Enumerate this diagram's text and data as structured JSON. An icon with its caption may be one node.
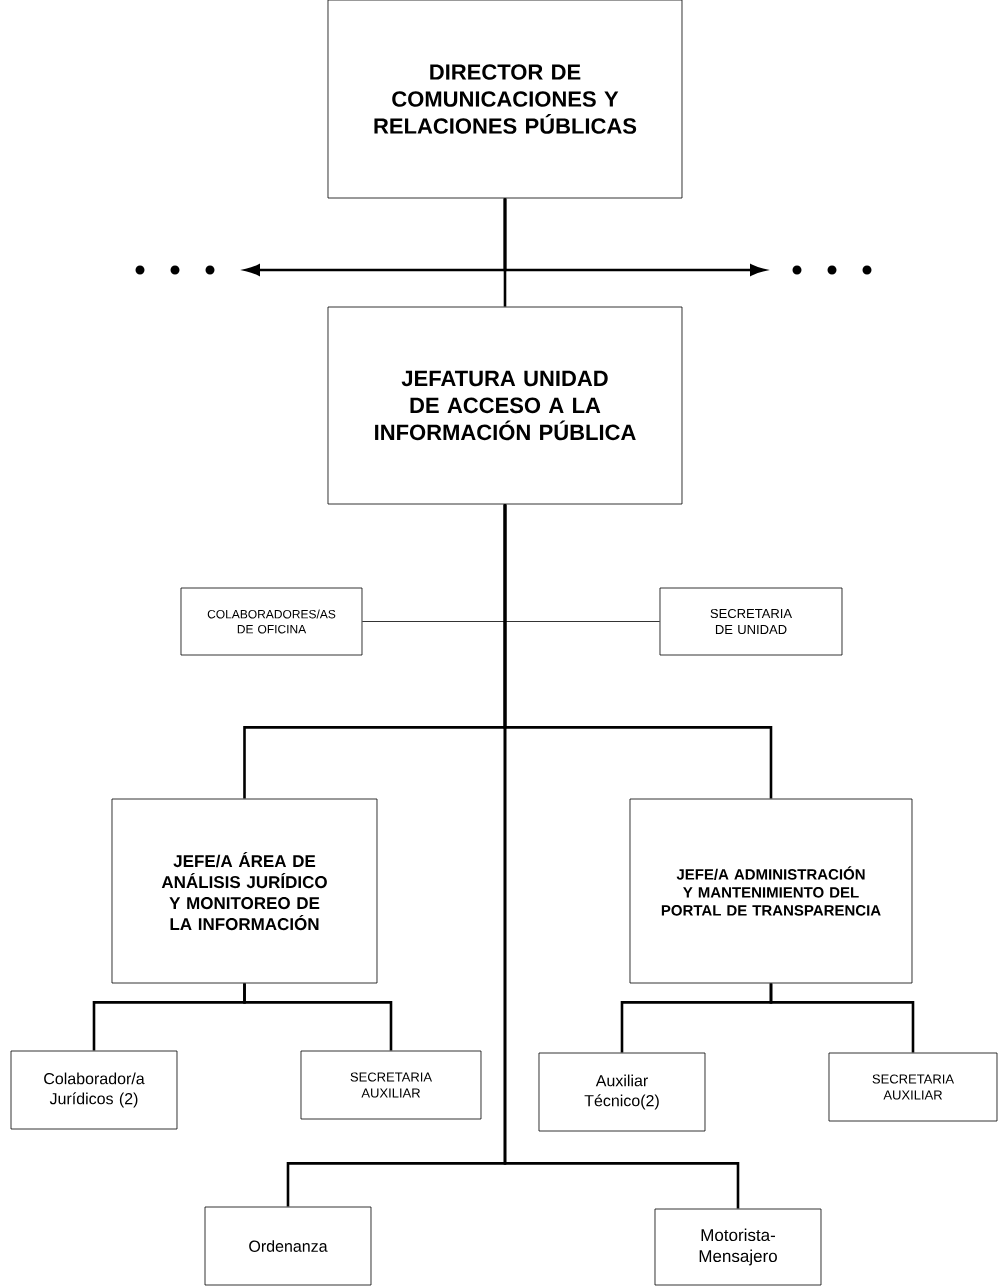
{
  "diagram": {
    "nodes": [
      {
        "text": [
          "DIRECTOR DE COMUNICACIONES Y RELACIONES PÚBLICAS"
        ]
      },
      {
        "text": [
          "JEFATURA UNIDAD DE ACCESO A LA INFORMACIÓN PÚBLICA"
        ]
      },
      {
        "text": [
          "COLABORADORES/AS DE OFICINA"
        ]
      },
      {
        "text": [
          "SECRETARIA DE UNIDAD"
        ]
      },
      {
        "text": [
          "JEFE/A ÁREA DE ANÁLISIS JURÍDICO Y MONITOREO DE LA INFORMACIÓN"
        ]
      },
      {
        "text": [
          "JEFE/A ADMINISTRACIÓN Y MANTENIMIENTO DEL PORTAL DE TRANSPARENCIA"
        ]
      },
      {
        "text": [
          "Colaborador/a Jurídicos (2)"
        ]
      },
      {
        "text": [
          "SECRETARIA AUXILIAR"
        ]
      },
      {
        "text": [
          "Auxiliar Técnico(2)"
        ]
      },
      {
        "text": [
          "SECRETARIA AUXILIAR"
        ]
      },
      {
        "text": [
          "Ordenanza"
        ]
      },
      {
        "text": [
          "Motorista- Mensajero"
        ]
      }
    ],
    "edges": [
      {
        "from": 0,
        "to": 1,
        "arrow": "none"
      },
      {
        "from": 0,
        "to": null,
        "arrow": "to"
      },
      {
        "from": 0,
        "to": null,
        "arrow": "to"
      },
      {
        "from": 1,
        "to": 2,
        "arrow": "none"
      },
      {
        "from": 1,
        "to": 3,
        "arrow": "none"
      },
      {
        "from": 1,
        "to": 4,
        "arrow": "none"
      },
      {
        "from": 1,
        "to": 5,
        "arrow": "none"
      },
      {
        "from": 4,
        "to": 6,
        "arrow": "none"
      },
      {
        "from": 4,
        "to": 7,
        "arrow": "none"
      },
      {
        "from": 5,
        "to": 8,
        "arrow": "none"
      },
      {
        "from": 5,
        "to": 9,
        "arrow": "none"
      },
      {
        "from": 1,
        "to": 10,
        "arrow": "none"
      },
      {
        "from": 1,
        "to": 11,
        "arrow": "none"
      }
    ]
  }
}
